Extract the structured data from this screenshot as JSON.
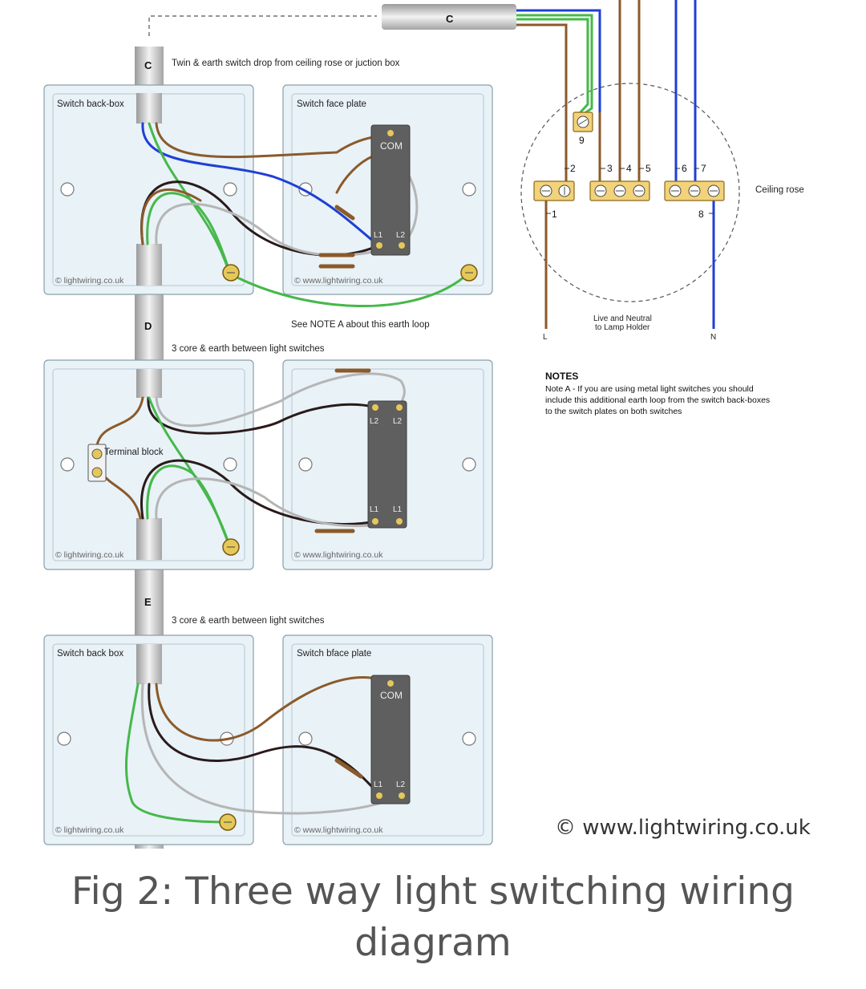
{
  "cables": {
    "c_top": "C",
    "c_drop": "C",
    "d": "D",
    "e": "E"
  },
  "labels": {
    "twin_earth": "Twin & earth switch drop from ceiling rose or juction box",
    "note_a_loop": "See NOTE A about this earth loop",
    "three_core_1": "3 core & earth between light switches",
    "three_core_2": "3 core & earth between light switches",
    "terminal_block": "Terminal block",
    "ceiling_rose": "Ceiling rose",
    "live_neutral_1": "Live and Neutral",
    "live_neutral_2": "to Lamp Holder",
    "live": "L",
    "neutral": "N"
  },
  "boxes": {
    "switch_back_box_1": "Switch back-box",
    "switch_face_plate_1": "Switch face plate",
    "switch_back_box_3": "Switch back box",
    "switch_face_plate_3": "Switch bface plate"
  },
  "watermarks": {
    "back": "© lightwiring.co.uk",
    "face": "© www.lightwiring.co.uk"
  },
  "switch_terminals": {
    "com": "COM",
    "l1": "L1",
    "l2": "L2"
  },
  "rose_terminals": {
    "t1": "1",
    "t2": "2",
    "t3": "3",
    "t4": "4",
    "t5": "5",
    "t6": "6",
    "t7": "7",
    "t8": "8",
    "t9": "9"
  },
  "notes": {
    "title": "NOTES",
    "line1": "Note A - If you are using metal light switches you should",
    "line2": "include this additional earth loop from the switch back-boxes",
    "line3": "to the switch plates on both switches"
  },
  "credit": "© www.lightwiring.co.uk",
  "caption": "Fig 2: Three way light switching wiring diagram",
  "colors": {
    "brown": "#8b5a2b",
    "blue": "#1f3fd6",
    "green": "#46b84a",
    "grey": "#b5b5b5",
    "black": "#2a1a1a",
    "plate": "#e8f2f7",
    "plate_stroke": "#8aa0ac"
  }
}
